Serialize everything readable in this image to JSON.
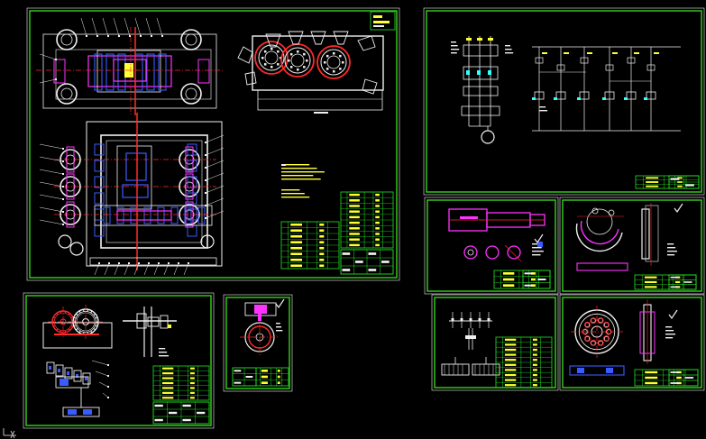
{
  "app": {
    "background": "#000000"
  },
  "colors": {
    "frame": "#39d11f",
    "title_block": "#23e623",
    "white": "#f0f0f0",
    "red": "#ff2a2a",
    "magenta": "#ff33ff",
    "blue": "#3a5cff",
    "yellow": "#ffff33",
    "cyan": "#33ffff",
    "gray": "#9a9a9a"
  },
  "sheets": [
    {
      "id": "assembly-main",
      "kind": "assembly"
    },
    {
      "id": "electrical-schematic",
      "kind": "electrical"
    },
    {
      "id": "shaft-part",
      "kind": "part"
    },
    {
      "id": "flange-part",
      "kind": "part"
    },
    {
      "id": "gear-transmission",
      "kind": "assembly"
    },
    {
      "id": "small-gear",
      "kind": "part"
    },
    {
      "id": "control-circuit",
      "kind": "electrical"
    },
    {
      "id": "disc-part",
      "kind": "part"
    }
  ],
  "icons": {
    "corner": "ucs-axis-icon",
    "check": "check-mark-icon"
  }
}
